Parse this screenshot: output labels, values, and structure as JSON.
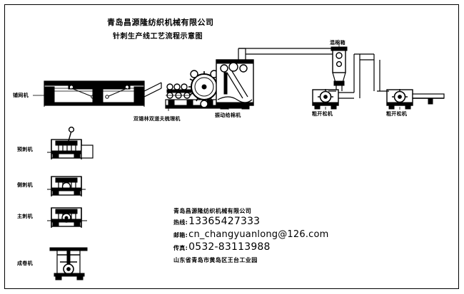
{
  "document": {
    "title": "青岛昌源隆纺织机械有限公司",
    "subtitle": "针刺生产线工艺流程示意图"
  },
  "machines": [
    {
      "id": "feeding-machine",
      "label": "铺网机"
    },
    {
      "id": "carding-machine",
      "label": "双锡林双道夫梳理机"
    },
    {
      "id": "vibration-feeder",
      "label": "振动给棉机"
    },
    {
      "id": "mixing-box",
      "label": "混棉箱"
    },
    {
      "id": "coarse-opener-1",
      "label": "粗开松机"
    },
    {
      "id": "coarse-opener-2",
      "label": "粗开松机"
    },
    {
      "id": "pre-needle-loom",
      "label": "预刺机"
    },
    {
      "id": "side-needle-loom",
      "label": "侧刺机"
    },
    {
      "id": "main-needle-loom",
      "label": "主刺机"
    },
    {
      "id": "winding-machine",
      "label": "成卷机"
    }
  ],
  "contact": {
    "company": "青岛昌源隆纺织机械有限公司",
    "phone_label": "热线:",
    "phone_value": "13365427333",
    "email_label": "邮箱:",
    "email_value": "cn_changyuanlong@126.com",
    "fax_label": "传真:",
    "fax_value": "0532-83113988",
    "address": "山东省青岛市黄岛区王台工业园"
  },
  "colors": {
    "line": "#000000",
    "fill": "#000000",
    "background": "#ffffff"
  }
}
